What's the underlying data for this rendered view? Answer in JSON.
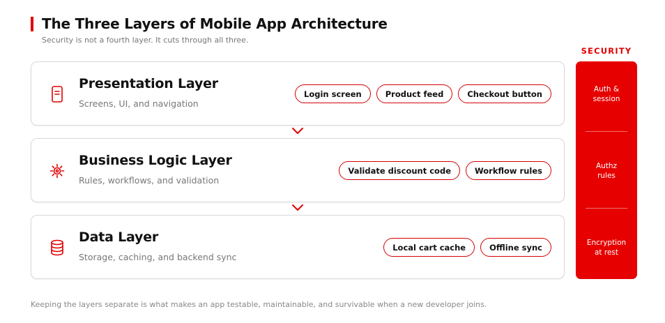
{
  "header": {
    "title": "The Three Layers of Mobile App Architecture",
    "subtitle": "Security is not a fourth layer. It cuts through all three."
  },
  "layers": [
    {
      "name": "Presentation Layer",
      "description": "Screens, UI, and navigation",
      "icon": "phone-icon",
      "examples": [
        "Login screen",
        "Product feed",
        "Checkout button"
      ]
    },
    {
      "name": "Business Logic Layer",
      "description": "Rules, workflows, and validation",
      "icon": "gear-icon",
      "examples": [
        "Validate discount code",
        "Workflow rules"
      ]
    },
    {
      "name": "Data Layer",
      "description": "Storage, caching, and backend sync",
      "icon": "database-icon",
      "examples": [
        "Local cart cache",
        "Offline sync"
      ]
    }
  ],
  "security": {
    "label": "SECURITY",
    "items": [
      {
        "line1": "Auth &",
        "line2": "session"
      },
      {
        "line1": "Authz",
        "line2": "rules"
      },
      {
        "line1": "Encryption",
        "line2": "at rest"
      }
    ]
  },
  "footer": {
    "note": "Keeping the layers separate is what makes an app testable, maintainable, and survivable when a new developer joins."
  },
  "colors": {
    "accent": "#e00000",
    "text": "#111111",
    "muted": "#777777",
    "border": "#d9d9d9"
  }
}
